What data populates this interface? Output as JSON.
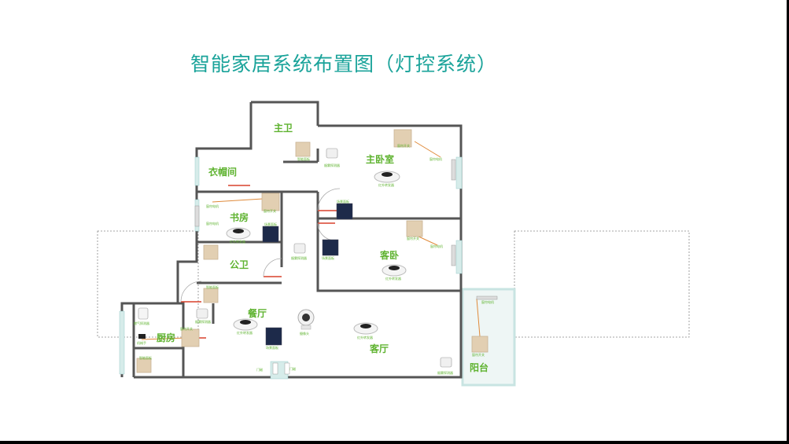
{
  "title": "智能家居系统布置图（灯控系统）",
  "rooms": {
    "master_bath": "主卫",
    "cloakroom": "衣帽间",
    "master_bedroom": "主卧室",
    "study": "书房",
    "public_bath": "公卫",
    "guest_bedroom": "客卧",
    "dining": "餐厅",
    "kitchen": "厨房",
    "living": "客厅",
    "balcony": "阳台"
  },
  "devices": {
    "smart_panel": "智能面板",
    "smoke_sensor": "烟雾探测器",
    "ir_remote": "红外转发器",
    "curtain_switch": "窗帘开关",
    "curtain_motor": "窗帘电机",
    "scene_panel": "场景面板",
    "camera": "摄像头",
    "door_sensor": "门磁",
    "gas_sensor": "燃气探测器",
    "valve": "机械手"
  },
  "colors": {
    "title": "#1aa39a",
    "label": "#5fb330",
    "wall": "#555555",
    "door": "#d9402b",
    "window": "#c8e4e2"
  }
}
